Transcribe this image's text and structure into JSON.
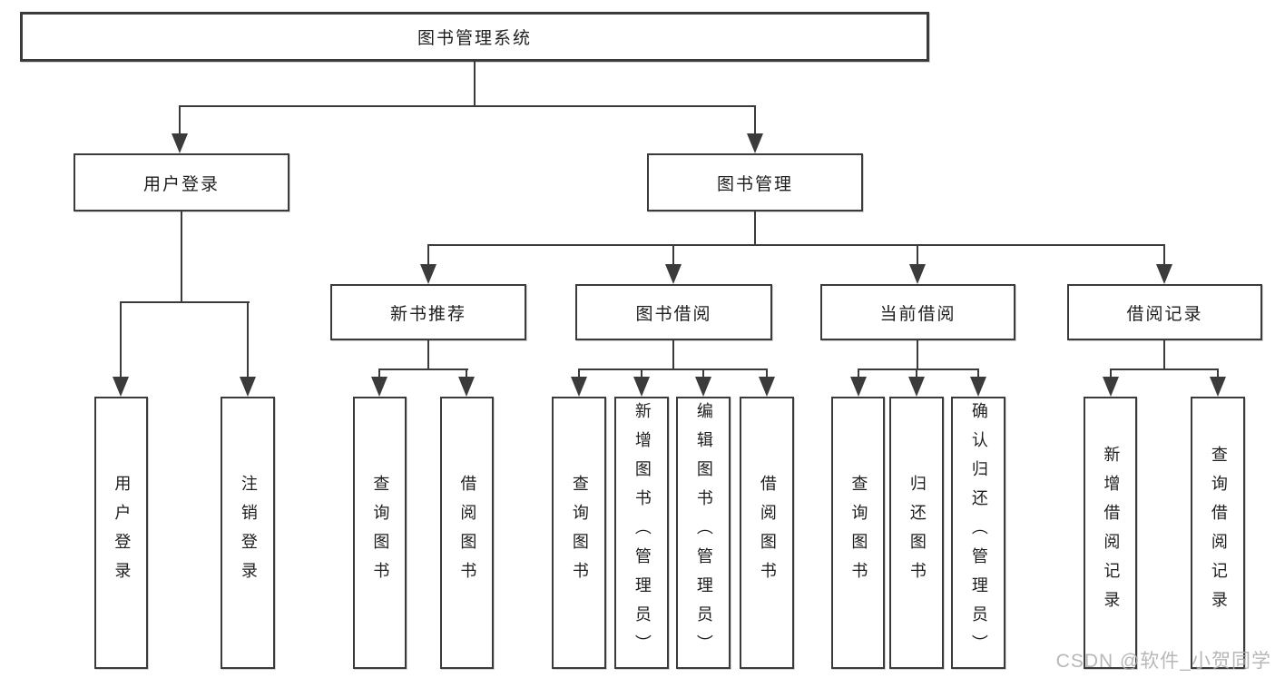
{
  "diagram": {
    "root": {
      "label": "图书管理系统"
    },
    "branches": [
      {
        "label": "用户登录",
        "children": [
          {
            "label": "用户登录"
          },
          {
            "label": "注销登录"
          }
        ]
      },
      {
        "label": "图书管理",
        "children": [
          {
            "label": "新书推荐",
            "children": [
              {
                "label": "查询图书"
              },
              {
                "label": "借阅图书"
              }
            ]
          },
          {
            "label": "图书借阅",
            "children": [
              {
                "label": "查询图书"
              },
              {
                "label": "新增图书（管理员）"
              },
              {
                "label": "编辑图书（管理员）"
              },
              {
                "label": "借阅图书"
              }
            ]
          },
          {
            "label": "当前借阅",
            "children": [
              {
                "label": "查询图书"
              },
              {
                "label": "归还图书"
              },
              {
                "label": "确认归还（管理员）"
              }
            ]
          },
          {
            "label": "借阅记录",
            "children": [
              {
                "label": "新增借阅记录"
              },
              {
                "label": "查询借阅记录"
              }
            ]
          }
        ]
      }
    ]
  },
  "watermark": {
    "text": "CSDN @软件_小贺同学"
  },
  "colors": {
    "line": "#3b3b3b",
    "text": "#1e1e1e",
    "background": "#ffffff",
    "watermark": "#afafaf"
  }
}
